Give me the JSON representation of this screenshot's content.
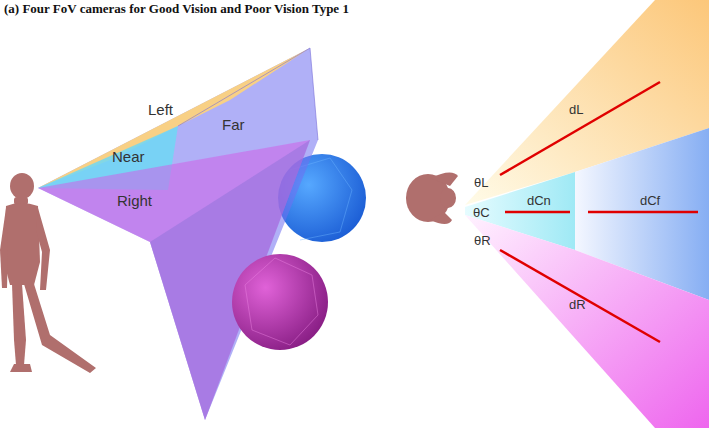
{
  "diagram": {
    "title": "(a) Four FoV cameras for Good Vision and Poor Vision Type 1",
    "nodes": [
      {
        "text": [
          "Left"
        ]
      },
      {
        "text": [
          "Near"
        ]
      },
      {
        "text": [
          "Far"
        ]
      },
      {
        "text": [
          "Right"
        ]
      },
      {
        "text": [
          "θL",
          "dL"
        ]
      },
      {
        "text": [
          "θC",
          "dCn"
        ]
      },
      {
        "text": [
          "dCf"
        ]
      },
      {
        "text": [
          "θR",
          "dR"
        ]
      }
    ]
  }
}
